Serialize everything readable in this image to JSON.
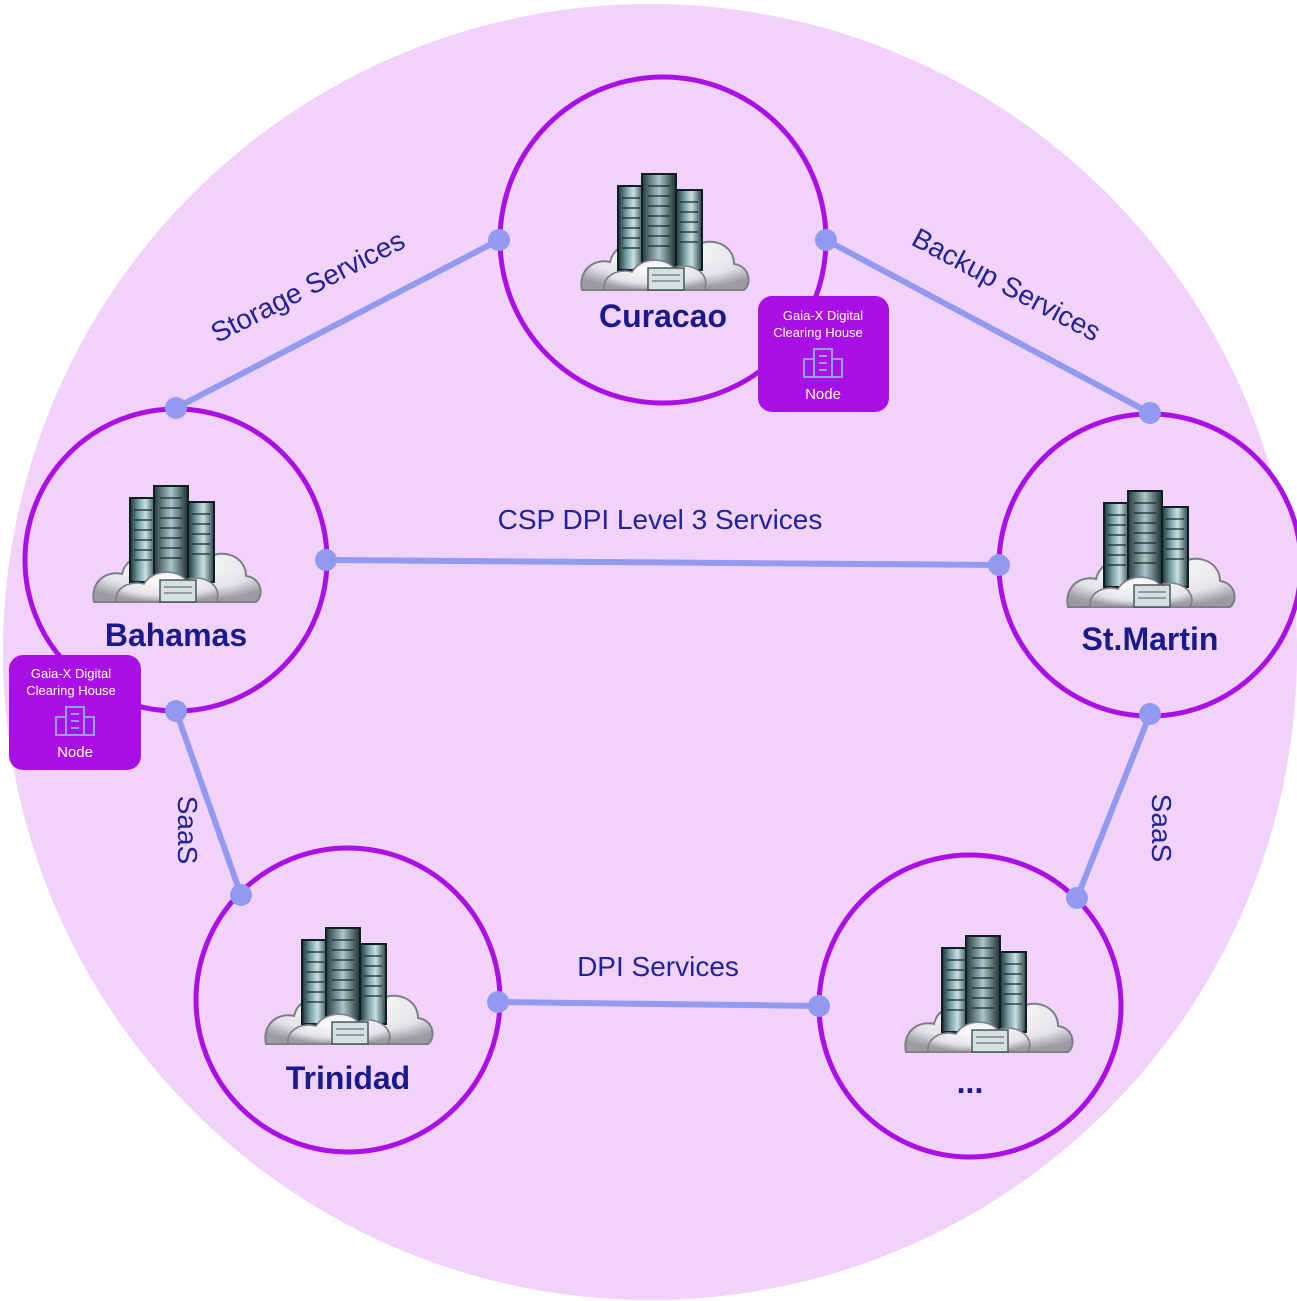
{
  "diagram": {
    "nodes": [
      {
        "id": "curacao",
        "label": "Curacao"
      },
      {
        "id": "bahamas",
        "label": "Bahamas"
      },
      {
        "id": "stmartin",
        "label": "St.Martin"
      },
      {
        "id": "trinidad",
        "label": "Trinidad"
      },
      {
        "id": "unnamed",
        "label": "..."
      }
    ],
    "links": [
      {
        "from": "bahamas",
        "to": "curacao",
        "label": "Storage Services"
      },
      {
        "from": "curacao",
        "to": "stmartin",
        "label": "Backup Services"
      },
      {
        "from": "bahamas",
        "to": "stmartin",
        "label": "CSP DPI Level 3 Services"
      },
      {
        "from": "bahamas",
        "to": "trinidad",
        "label": "SaaS"
      },
      {
        "from": "stmartin",
        "to": "unnamed",
        "label": "SaaS"
      },
      {
        "from": "trinidad",
        "to": "unnamed",
        "label": "DPI Services"
      }
    ],
    "badges": [
      {
        "attached_to": "curacao",
        "line1": "Gaia-X Digital",
        "line2": "Clearing House",
        "caption": "Node"
      },
      {
        "attached_to": "bahamas",
        "line1": "Gaia-X Digital",
        "line2": "Clearing House",
        "caption": "Node"
      }
    ],
    "colors": {
      "background_circle": "#f0d2fa",
      "node_ring": "#aa10e6",
      "link": "#929aef",
      "label_text": "#1a1a8c",
      "badge": "#a810e6"
    }
  }
}
